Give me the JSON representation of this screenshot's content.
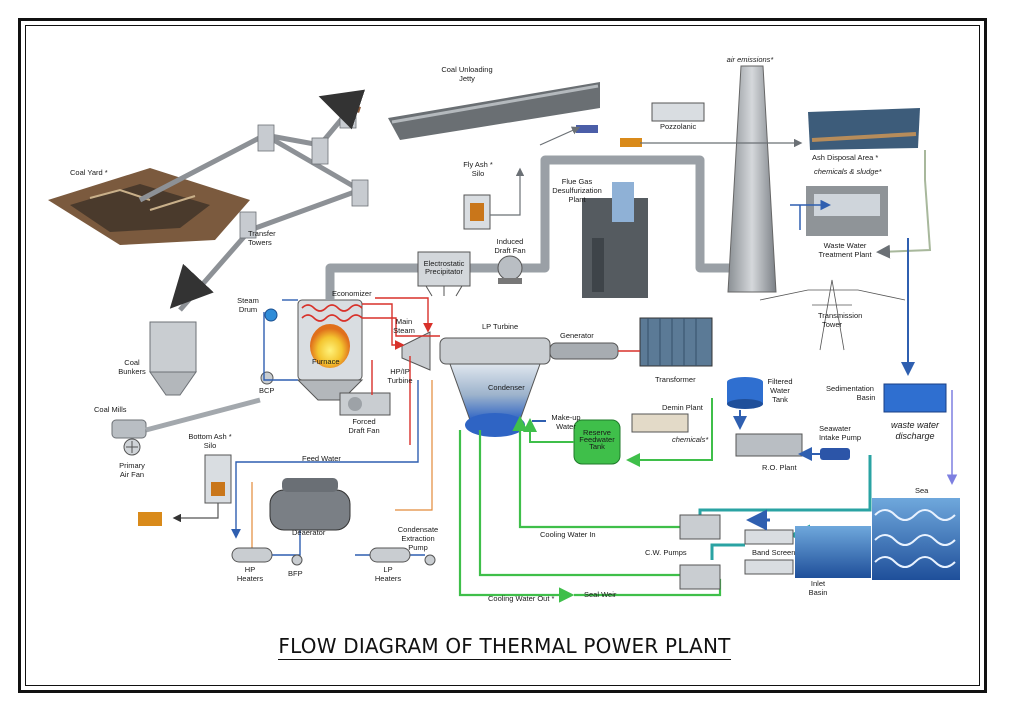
{
  "title": "FLOW DIAGRAM OF THERMAL POWER PLANT",
  "labels": {
    "coal_unloading_jetty": [
      "Coal Unloading",
      "Jetty"
    ],
    "air_emissions": "air emissions*",
    "pozzolanic": "Pozzolanic",
    "ash_disposal_area": "Ash Disposal Area *",
    "coal_yard": "Coal Yard *",
    "fly_ash_silo": [
      "Fly Ash *",
      "Silo"
    ],
    "flue_gas_desulfurization": [
      "Flue Gas",
      "Desulfurization",
      "Plant"
    ],
    "chemicals_sludge": "chemicals & sludge*",
    "waste_water_treatment": [
      "Waste Water",
      "Treatment Plant"
    ],
    "transfer_towers": [
      "Transfer",
      "Towers"
    ],
    "induced_draft_fan": [
      "Induced",
      "Draft Fan"
    ],
    "electrostatic_precipitator": [
      "Electrostatic",
      "Precipitator"
    ],
    "economizer": "Economizer",
    "steam_drum": [
      "Steam",
      "Drum"
    ],
    "transmission_tower": [
      "Transmission",
      "Tower"
    ],
    "main_steam": [
      "Main",
      "Steam"
    ],
    "lp_turbine": "LP Turbine",
    "generator": "Generator",
    "coal_bunkers": [
      "Coal",
      "Bunkers"
    ],
    "furnace": "Furnace",
    "hp_ip_turbine": [
      "HP/IP",
      "Turbine"
    ],
    "transformer": "Transformer",
    "condenser": "Condenser",
    "filtered_water_tank": [
      "Filtered",
      "Water",
      "Tank"
    ],
    "sedimentation_basin": [
      "Sedimentation",
      "Basin"
    ],
    "bcp": "BCP",
    "coal_mills": "Coal Mills",
    "forced_draft_fan": [
      "Forced",
      "Draft Fan"
    ],
    "demin_plant": "Demin Plant",
    "make_up_water": [
      "Make-up",
      "Water"
    ],
    "waste_water_discharge": [
      "waste water",
      "discharge"
    ],
    "bottom_ash_silo": [
      "Bottom Ash *",
      "Silo"
    ],
    "chemicals": "chemicals*",
    "seawater_intake_pump": [
      "Seawater",
      "Intake Pump"
    ],
    "reserve_feedwater_tank": [
      "Reserve",
      "Feedwater",
      "Tank"
    ],
    "primary_air_fan": [
      "Primary",
      "Air Fan"
    ],
    "feed_water": "Feed Water",
    "ro_plant": "R.O. Plant",
    "sea": "Sea",
    "deaerator": "Deaerator",
    "condensate_extraction_pump": [
      "Condensate",
      "Extraction",
      "Pump"
    ],
    "cooling_water_in": "Cooling Water In",
    "cw_pumps": "C.W. Pumps",
    "band_screen": "Band Screen",
    "hp_heaters": [
      "HP",
      "Heaters"
    ],
    "bfp": "BFP",
    "lp_heaters": [
      "LP",
      "Heaters"
    ],
    "inlet_basin": [
      "Inlet",
      "Basin"
    ],
    "cooling_water_out": "Cooling Water Out *",
    "seal_weir": "Seal Weir"
  },
  "colors": {
    "flue_duct": "#9aa0a6",
    "steam_red": "#d8312a",
    "water_blue": "#2f5fb0",
    "cooling_green": "#3fbf4a",
    "seawater_teal": "#2aa3a3",
    "condensate_orange": "#e28a3a",
    "coal_brown": "#8a5a3a",
    "furnace_yellow": "#f4c530",
    "sea_blue": "#3f78c8"
  }
}
